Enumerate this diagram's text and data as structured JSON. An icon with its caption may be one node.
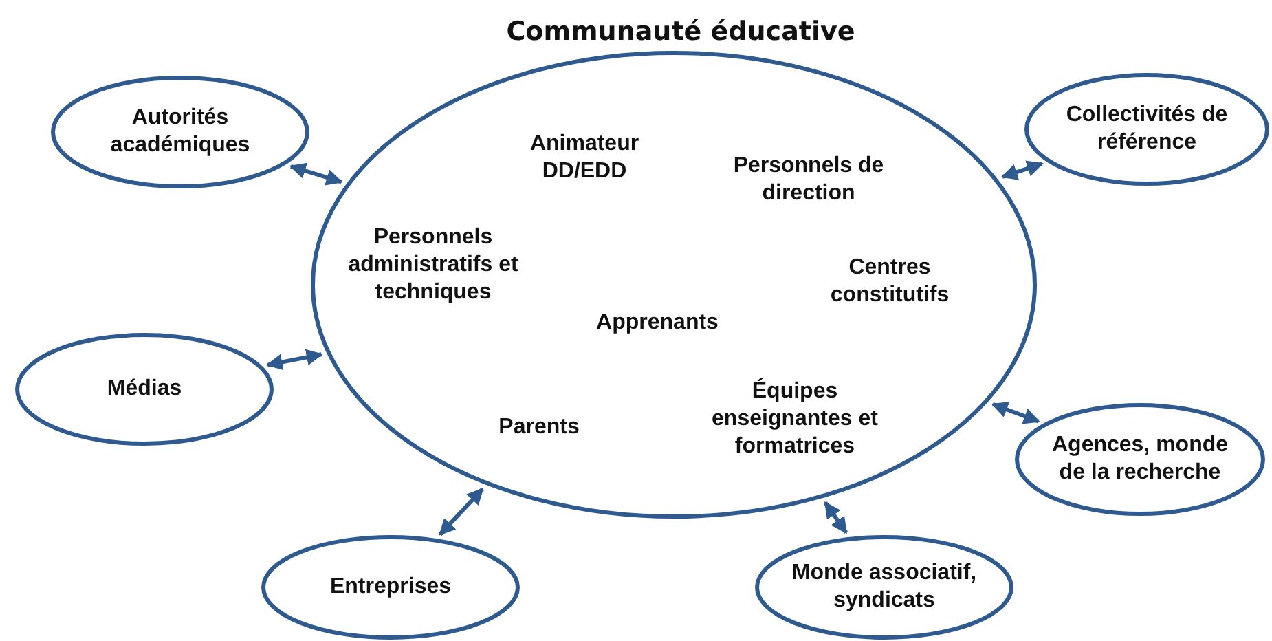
{
  "diagram": {
    "nodes": [
      {
        "text": [
          "Communauté éducative",
          "Animateur DD/EDD",
          "Personnels de direction",
          "Personnels administratifs et techniques",
          "Centres constitutifs",
          "Apprenants",
          "Parents",
          "Équipes enseignantes et formatrices"
        ]
      },
      {
        "text": [
          "Autorités académiques"
        ]
      },
      {
        "text": [
          "Collectivités de référence"
        ]
      },
      {
        "text": [
          "Médias"
        ]
      },
      {
        "text": [
          "Agences, monde de la recherche"
        ]
      },
      {
        "text": [
          "Entreprises"
        ]
      },
      {
        "text": [
          "Monde associatif, syndicats"
        ]
      }
    ],
    "edges": [
      {
        "from": 1,
        "to": 0,
        "arrow": "both"
      },
      {
        "from": 2,
        "to": 0,
        "arrow": "both"
      },
      {
        "from": 3,
        "to": 0,
        "arrow": "both"
      },
      {
        "from": 4,
        "to": 0,
        "arrow": "both"
      },
      {
        "from": 5,
        "to": 0,
        "arrow": "both"
      },
      {
        "from": 6,
        "to": 0,
        "arrow": "both"
      }
    ]
  }
}
